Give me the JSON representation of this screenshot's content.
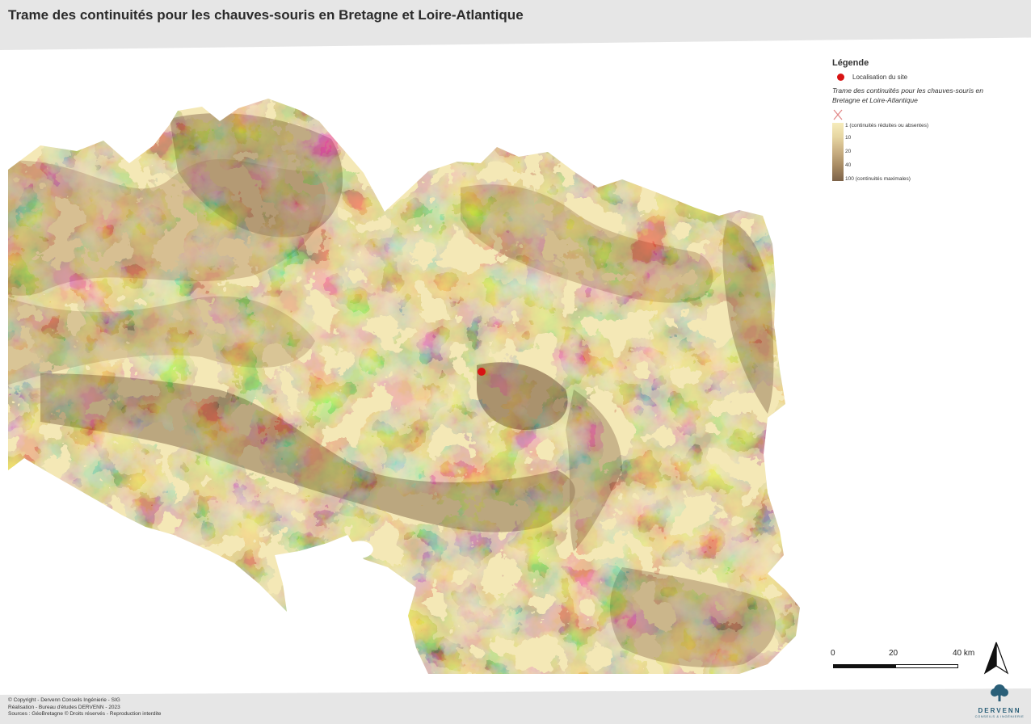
{
  "header": {
    "title": "Trame des continuités pour les chauves-souris en Bretagne et Loire-Atlantique"
  },
  "map": {
    "palette": [
      "#f6ecbc",
      "#e7d6a2",
      "#cbb184",
      "#a88b63",
      "#7c6248"
    ],
    "site_color": "#d81414",
    "site_marker_icon": "red-dot-icon"
  },
  "legend": {
    "title": "Légende",
    "site_label": "Localisation du site",
    "layer_name": "Trame des continuités pour les chauves-souris en Bretagne et Loire-Atlantique",
    "ramp_labels": [
      "1 (continuités réduites ou absentes)",
      "10",
      "20",
      "40",
      "100 (continuités maximales)"
    ]
  },
  "scale": {
    "ticks": [
      "0",
      "20",
      "40 km"
    ]
  },
  "footer": {
    "copyright": "© Copyright - Dervenn Conseils Ingénierie - SIG",
    "realisation": "Réalisation - Bureau d'études DERVENN - 2023",
    "sources": "Sources : GéoBretagne © Droits réservés - Reproduction interdite"
  },
  "logo": {
    "name": "DERVENN",
    "subtitle": "CONSEILS & INGÉNIERIE"
  }
}
